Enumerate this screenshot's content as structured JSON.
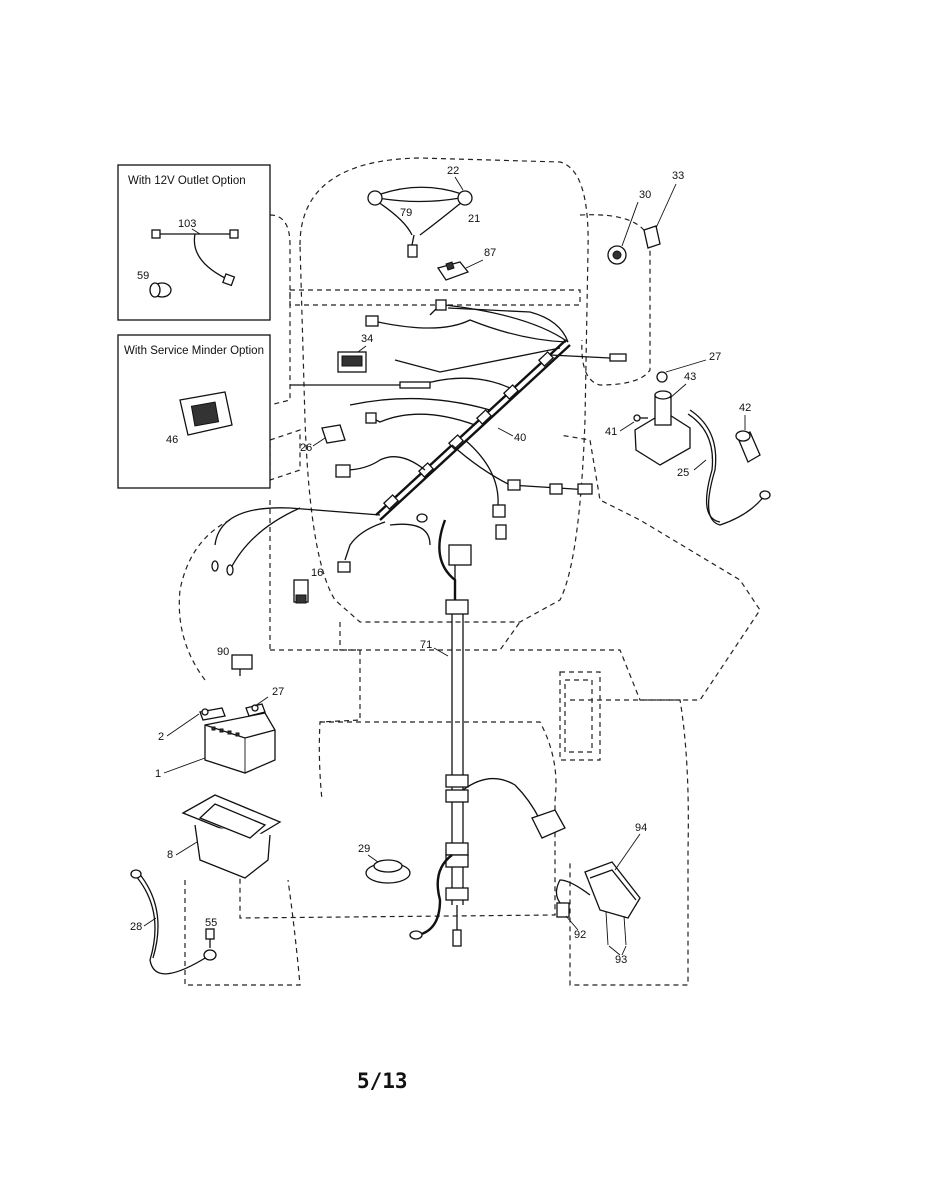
{
  "insets": {
    "outlet_option": "With 12V Outlet Option",
    "service_minder_option": "With Service Minder Option"
  },
  "callouts": {
    "c22": "22",
    "c79": "79",
    "c21": "21",
    "c87": "87",
    "c33": "33",
    "c30": "30",
    "c34": "34",
    "c27a": "27",
    "c43": "43",
    "c42": "42",
    "c41": "41",
    "c25": "25",
    "c40": "40",
    "c26": "26",
    "c16": "16",
    "c71": "71",
    "c90": "90",
    "c27b": "27",
    "c2": "2",
    "c1": "1",
    "c8": "8",
    "c28": "28",
    "c55": "55",
    "c29": "29",
    "c94": "94",
    "c92": "92",
    "c93": "93",
    "c103": "103",
    "c59": "59",
    "c46": "46"
  },
  "page_number": "5/13"
}
